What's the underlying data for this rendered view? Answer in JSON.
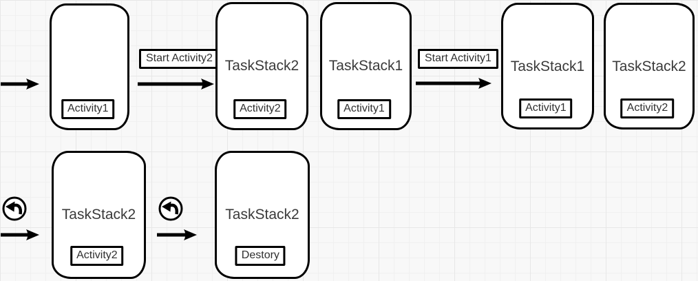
{
  "diagram": {
    "colors": {
      "background": "#f8f8f8",
      "grid_minor": "#f0f0f0",
      "grid_major": "#e7e7e7",
      "stroke": "#000000",
      "shape_fill": "#ffffff",
      "text": "#3a3a3a"
    },
    "cards": [
      {
        "title": "",
        "activity": "Activity1"
      },
      {
        "title": "TaskStack2",
        "activity": "Activity2"
      },
      {
        "title": "TaskStack1",
        "activity": "Activity1"
      },
      {
        "title": "TaskStack1",
        "activity": "Activity1"
      },
      {
        "title": "TaskStack2",
        "activity": "Activity2"
      },
      {
        "title": "TaskStack2",
        "activity": "Activity2"
      },
      {
        "title": "TaskStack2",
        "activity": "Destory"
      }
    ],
    "edge_labels": [
      {
        "text": "Start Activity2"
      },
      {
        "text": "Start Activity1"
      }
    ],
    "icons": {
      "right_arrow": "right-arrow-icon",
      "back": "back-arrow-icon"
    }
  }
}
